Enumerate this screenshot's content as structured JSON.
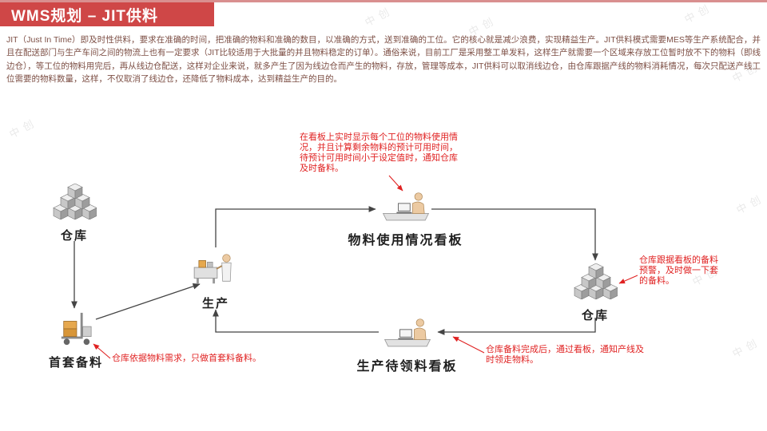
{
  "slide": {
    "title": "WMS规划 – JIT供料",
    "body": "JIT（Just In Time）即及时性供料，要求在准确的时间，把准确的物料和准确的数目，以准确的方式，送到准确的工位。它的核心就是减少浪费，实现精益生产。JIT供料模式需要MES等生产系统配合，并且在配送部门与生产车间之间的物流上也有一定要求（JIT比较适用于大批量的并且物料稳定的订单）。通俗来说，目前工厂是采用整工单发料，这样生产就需要一个区域来存放工位暂时放不下的物料（即线边仓），等工位的物料用完后，再从线边仓配送，这样对企业来说，就多产生了因为线边仓而产生的物料，存放，管理等成本，JIT供料可以取消线边仓，由仓库跟据产线的物料消耗情况，每次只配送产线工位需要的物料数量，这样，不仅取消了线边仓，还降低了物料成本，达到精益生产的目的。"
  },
  "watermark": {
    "text": "中创"
  },
  "diagram": {
    "nodes": {
      "warehouse_left": {
        "label": "仓库"
      },
      "first_set": {
        "label": "首套备料"
      },
      "production": {
        "label": "生产"
      },
      "usage_board": {
        "label": "物料使用情况看板"
      },
      "warehouse_right": {
        "label": "仓库"
      },
      "pending_board": {
        "label": "生产待领料看板"
      }
    },
    "annotations": {
      "top": "在看板上实时显示每个工位的物料使用情况，并且计算剩余物料的预计可用时间，待预计可用时间小于设定值时，通知仓库及时备料。",
      "right": "仓库跟据看板的备料预警，及时做一下套的备料。",
      "bottom_left": "仓库依据物料需求，只做首套料备料。",
      "bottom_right": "仓库备料完成后，通过看板，通知产线及时领走物料。"
    }
  },
  "colors": {
    "header_bg": "#cf4747",
    "annotation_red": "#e02222",
    "body_text": "#7d4f45",
    "arrow": "#444444",
    "accent_orange": "#e6a84e"
  }
}
